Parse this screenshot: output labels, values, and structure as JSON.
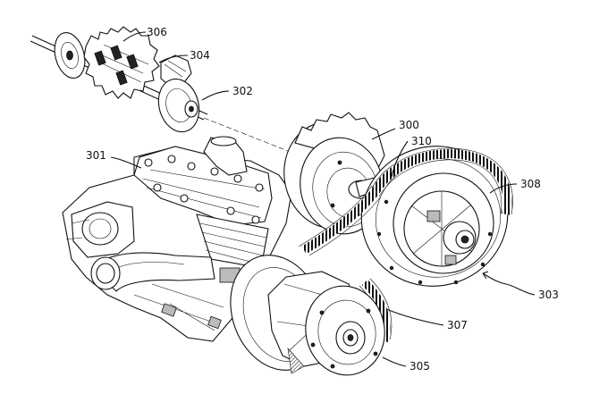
{
  "labels": {
    "l300": "300",
    "l301": "301",
    "l302": "302",
    "l303": "303",
    "l304": "304",
    "l305": "305",
    "l306": "306",
    "l307": "307",
    "l308": "308",
    "l310": "310"
  }
}
